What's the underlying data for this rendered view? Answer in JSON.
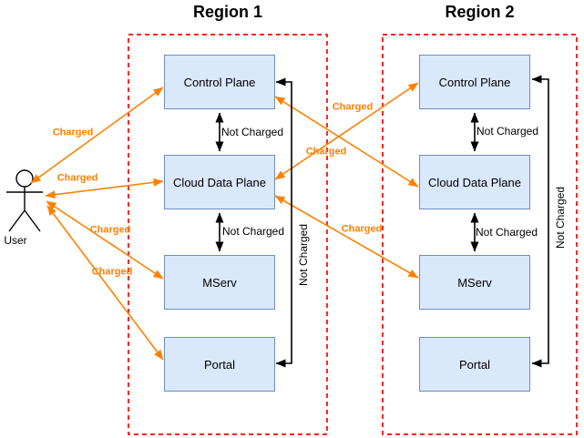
{
  "regions": [
    {
      "title": "Region 1",
      "boxes": [
        "Control Plane",
        "Cloud Data Plane",
        "MServ",
        "Portal"
      ]
    },
    {
      "title": "Region 2",
      "boxes": [
        "Control Plane",
        "Cloud Data Plane",
        "MServ",
        "Portal"
      ]
    }
  ],
  "actor": {
    "label": "User"
  },
  "edges": [
    {
      "from": "User",
      "to": "Region 1 / Control Plane",
      "label": "Charged"
    },
    {
      "from": "User",
      "to": "Region 1 / Cloud Data Plane",
      "label": "Charged"
    },
    {
      "from": "User",
      "to": "Region 1 / MServ",
      "label": "Charged"
    },
    {
      "from": "User",
      "to": "Region 1 / Portal",
      "label": "Charged"
    },
    {
      "from": "Region 1 / Cloud Data Plane",
      "to": "Region 2 / Control Plane",
      "label": "Charged"
    },
    {
      "from": "Region 1 / Control Plane",
      "to": "Region 2 / Cloud Data Plane",
      "label": "Charged"
    },
    {
      "from": "Region 1 / Cloud Data Plane",
      "to": "Region 2 / MServ",
      "label": "Charged"
    },
    {
      "from": "Region 1 / Control Plane",
      "to": "Region 1 / Cloud Data Plane",
      "label": "Not Charged"
    },
    {
      "from": "Region 1 / Cloud Data Plane",
      "to": "Region 1 / MServ",
      "label": "Not Charged"
    },
    {
      "from": "Region 1 / Control Plane",
      "to": "Region 1 / Portal",
      "label": "Not Charged"
    },
    {
      "from": "Region 2 / Control Plane",
      "to": "Region 2 / Cloud Data Plane",
      "label": "Not Charged"
    },
    {
      "from": "Region 2 / Cloud Data Plane",
      "to": "Region 2 / MServ",
      "label": "Not Charged"
    },
    {
      "from": "Region 2 / Control Plane",
      "to": "Region 2 / Portal",
      "label": "Not Charged"
    }
  ],
  "colors": {
    "charged": "#FF8000",
    "not_charged": "#000000",
    "node_fill": "#DAE8FC",
    "node_border": "#6C8EBF",
    "region_border": "#FF0000"
  }
}
